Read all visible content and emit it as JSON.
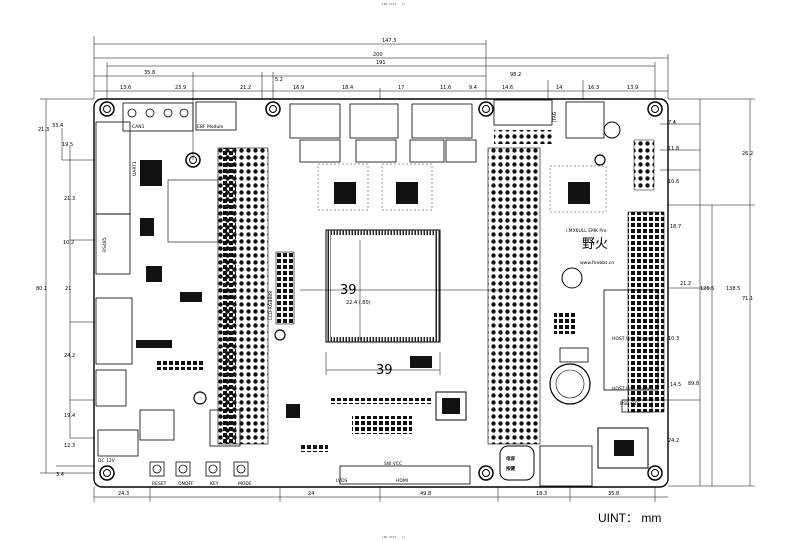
{
  "header_text": "LBD PILE - pr",
  "footer_text": "LBD PILE - pr",
  "unit_label": "UINT： mm",
  "labels": {
    "ebf_module": "EBF Module",
    "lcd": "LCD-RGB888",
    "jtag": "JTAG",
    "brand": "i.MX6ULL EMK Pro",
    "brand_cn": "野火",
    "website": "www.firebbs.cn",
    "usb_otg": "USB OTG",
    "usb_host_0": "HOST Unit Down.0",
    "usb_host_1": "HOST Unit Down.1",
    "dc": "DC 12V",
    "btn_reset": "RESET",
    "btn_onoff": "ONOFF",
    "btn_key": "KEY",
    "btn_mode": "MODE",
    "cap_btn": "电容\n按键",
    "uart1": "UART1",
    "can": "CAN1",
    "rs485": "RS485",
    "hdmi": "HDMI",
    "sw_vcc": "SW VCC",
    "lvds": "LVDS"
  },
  "top_dims": [
    "147.3",
    "200",
    "191",
    "35.8",
    "13.6",
    "23.9",
    "21.2",
    "5.2",
    "16.9",
    "18.4",
    "17",
    "11.6",
    "9.4",
    "14.6",
    "98.2",
    "14",
    "16.3",
    "13.9"
  ],
  "left_dims": [
    "33.4",
    "21.3",
    "19.5",
    "21.3",
    "10.2",
    "80.1",
    "21",
    "24.2",
    "19.4",
    "12.3",
    "3.4"
  ],
  "right_dims": [
    "7.4",
    "26.2",
    "11.8",
    "10.6",
    "18.7",
    "21.2",
    "126.5",
    "138.5",
    "71.1",
    "10.3",
    "14.5",
    "89.8",
    "24.2"
  ],
  "bottom_dims": [
    "24.3",
    "24",
    "49.8",
    "18.3",
    "35.8"
  ],
  "center_dims": [
    "39",
    "39",
    "22.4 (.80)"
  ]
}
